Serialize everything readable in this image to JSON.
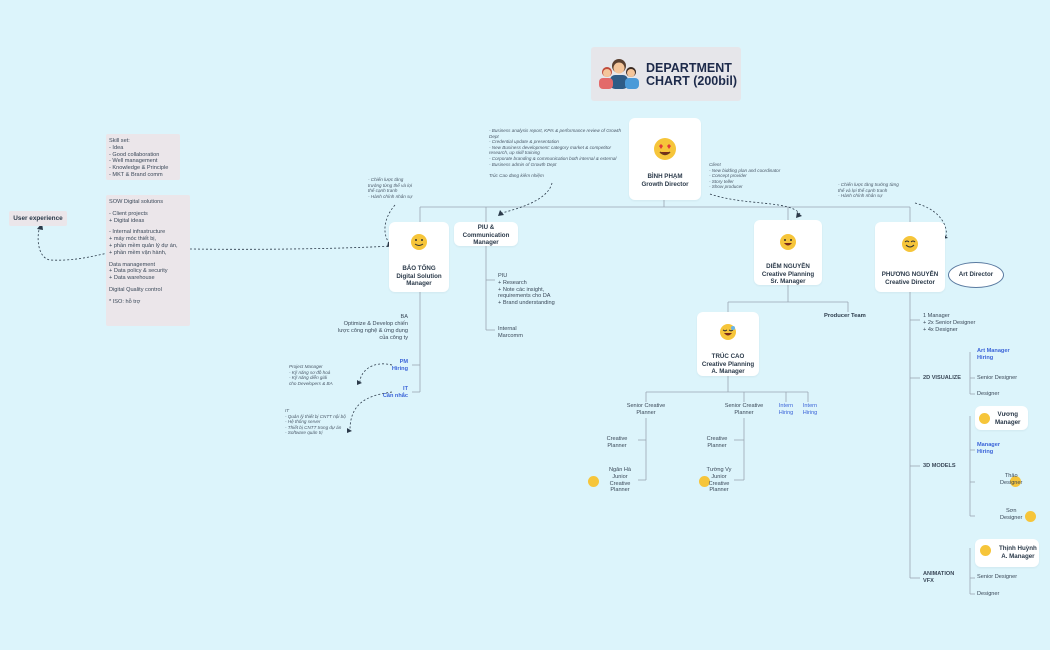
{
  "title": "DEPARTMENT\nCHART (200bil)",
  "top": {
    "name": "BÌNH PHẠM\nGrowth Director"
  },
  "top_left_note": "- Business analysis report, KPIs & performance review of Growth Dept\n- Credential update & presentation\n- New Business development: category market & competitor research, up skill training\n- Corporate branding & communication both internal & external\n- Business admin of Growth Dept\n\nTrúc Cao đang kiêm nhiệm",
  "top_right_note": "Client\n- New bidding plan and coordinator\n- Concept provider\n- Story teller\n- Show producer",
  "bao": {
    "name": "BẢO TỐNG\nDigital Solution\nManager",
    "note": "- Chiến lược tăng\ntrưởng từng thể và lợi\nthế cạnh tranh\n- Hành chính nhân sự"
  },
  "piu": {
    "name": "PIU &\nCommunication\nManager",
    "desc": "PIU\n+ Research\n+ Note các insight,\nrequirements cho DA\n+ Brand understanding",
    "internal": "Internal\nMarcomm"
  },
  "diem": {
    "name": "DIỄM NGUYỄN\nCreative Planning\nSr. Manager"
  },
  "phuong": {
    "name": "PHƯƠNG NGUYỄN\nCreative Director",
    "note": "- Chiến lược tăng trưởng từng\nthế và lợi thế cạnh tranh\n- Hành chính nhân sự",
    "art_director": "Art Director"
  },
  "truc": {
    "name": "TRÚC CAO\nCreative Planning\nA. Manager"
  },
  "producer_team": "Producer Team",
  "skill_box": "Skill set:\n- Idea\n- Good collaboration\n- Well management\n- Knowledge & Principle\n- MKT & Brand comm",
  "sow_box": {
    "head": "SOW Digital solutions",
    "body1": "- Client projects\n+ Digital ideas",
    "body2": "- Internal infrastructure\n+ máy móc thiết bị,\n+ phần mềm quản lý dự án,\n+ phần mềm vận hành,",
    "body3": "Data management\n+ Data policy & security\n+ Data warehouse",
    "body4": "Digital Quality control",
    "body5": "* ISO: hỗ trợ"
  },
  "user_experience": "User experience",
  "ba": {
    "label": "BA",
    "desc": "Optimize & Develop chiến\nlược công nghệ & ứng dụng\ncủa công ty"
  },
  "pm": {
    "label": "PM\nHiring",
    "note": "Project Manager\n- Kỹ năng sơ đồ hoá\n- Kỹ năng diễn giải\ncho Developers & BA"
  },
  "it": {
    "label": "IT\nCân nhắc",
    "note": "IT\n- Quản lý thiết bị CNTT nội bộ\n- Hệ thống server\n- Thiết bị CNTT trong dự án\n- Software quản trị"
  },
  "planners_left": {
    "senior": "Senior Creative\nPlanner",
    "creative": "Creative\nPlanner",
    "junior": "Ngân Hà\nJunior\nCreative\nPlanner"
  },
  "planners_mid": {
    "senior": "Senior Creative\nPlanner",
    "creative": "Creative\nPlanner",
    "junior": "Tường Vy\nJunior\nCreative\nPlanner"
  },
  "intern1": "Intern\nHiring",
  "intern2": "Intern\nHiring",
  "right_team": {
    "manager_line": "1 Manager\n+ 2x Senior Designer\n+ 4x Designer",
    "viz": "2D VISUALIZE",
    "art_manager": "Art Manager\nHiring",
    "senior_designer_1": "Senior Designer",
    "designer_1": "Designer",
    "models": "3D MODELS",
    "vuong": "Vương\nManager",
    "manager_hiring": "Manager\nHiring",
    "thao": "Thảo\nDesigner",
    "son": "Sơn\nDesigner",
    "anim": "ANIMATION\nVFX",
    "thinh": "Thịnh Huỳnh\nA. Manager",
    "senior_designer_2": "Senior Designer",
    "designer_2": "Designer"
  },
  "colors": {
    "background": "#dcf4fb",
    "card": "#ffffff",
    "accent_blue": "#3b64d8",
    "emoji": "#f6c53a"
  }
}
